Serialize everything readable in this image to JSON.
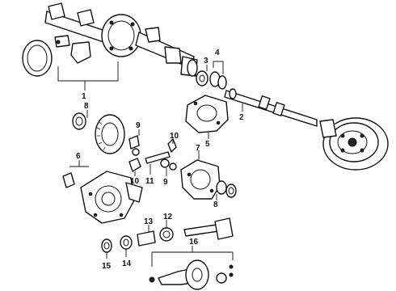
{
  "diagram": {
    "callouts": [
      {
        "id": "c1",
        "label": "1"
      },
      {
        "id": "c2",
        "label": "2"
      },
      {
        "id": "c3",
        "label": "3"
      },
      {
        "id": "c4",
        "label": "4"
      },
      {
        "id": "c5",
        "label": "5"
      },
      {
        "id": "c6",
        "label": "6"
      },
      {
        "id": "c7",
        "label": "7"
      },
      {
        "id": "c8a",
        "label": "8"
      },
      {
        "id": "c8b",
        "label": "8"
      },
      {
        "id": "c9a",
        "label": "9"
      },
      {
        "id": "c9b",
        "label": "9"
      },
      {
        "id": "c10a",
        "label": "10"
      },
      {
        "id": "c10b",
        "label": "10"
      },
      {
        "id": "c11",
        "label": "11"
      },
      {
        "id": "c12",
        "label": "12"
      },
      {
        "id": "c13",
        "label": "13"
      },
      {
        "id": "c14",
        "label": "14"
      },
      {
        "id": "c15",
        "label": "15"
      },
      {
        "id": "c16",
        "label": "16"
      }
    ]
  }
}
